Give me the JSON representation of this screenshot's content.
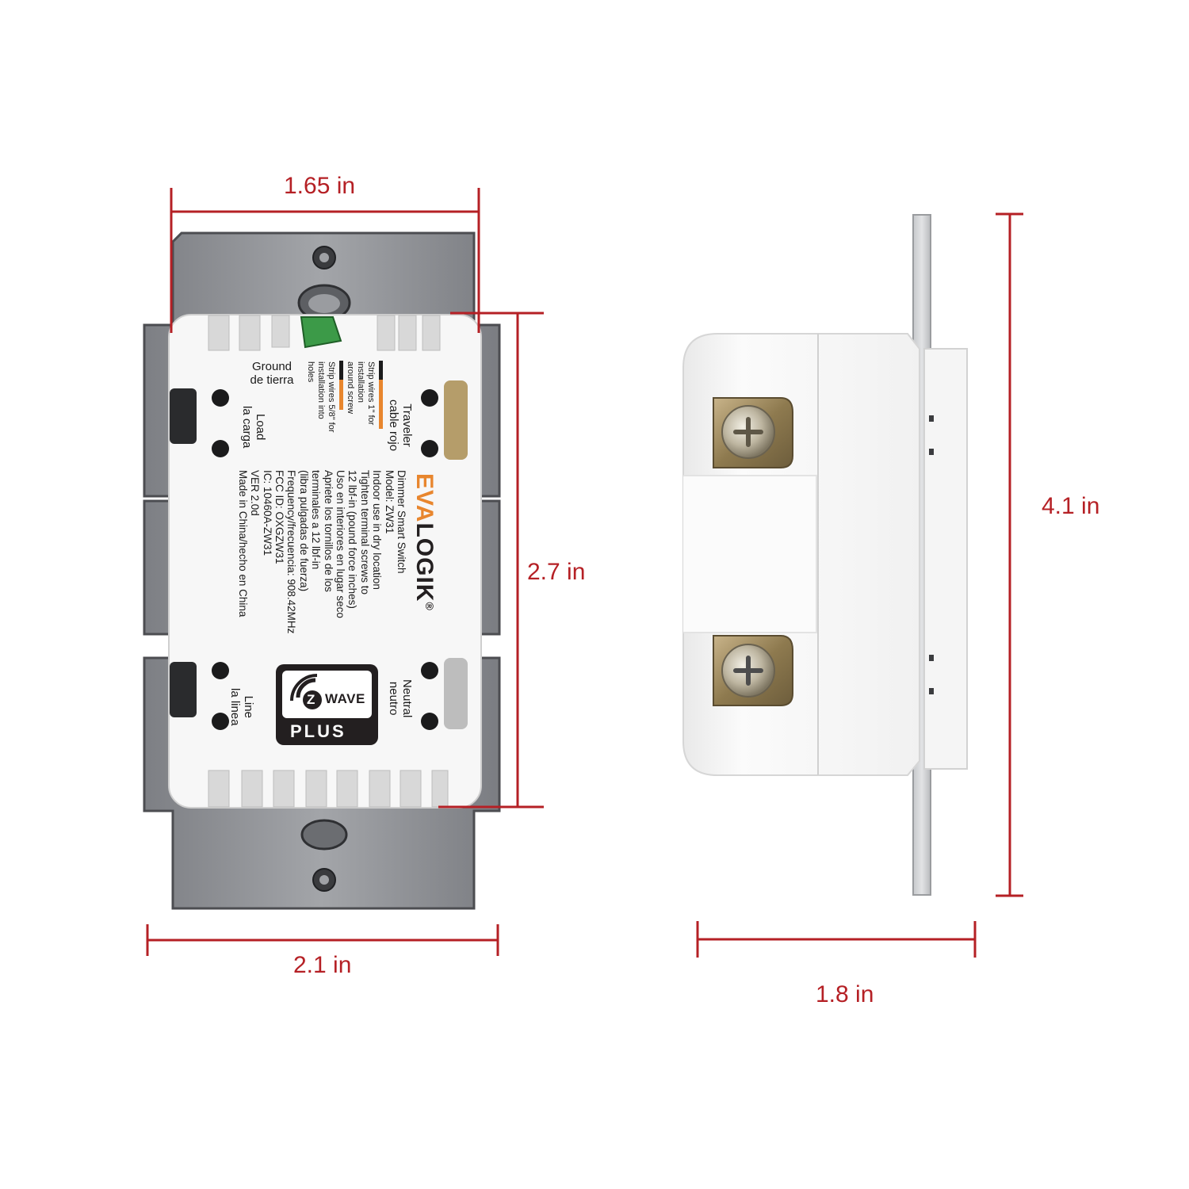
{
  "dimensions": {
    "front_top": "1.65 in",
    "front_height": "2.7 in",
    "front_bottom": "2.1 in",
    "side_height": "4.1 in",
    "side_width": "1.8 in"
  },
  "terminals": {
    "ground": [
      "Ground",
      "de tierra"
    ],
    "traveler": [
      "Traveler",
      "cable rojo"
    ],
    "load": [
      "Load",
      "la carga"
    ],
    "neutral": [
      "Neutral",
      "neutro"
    ],
    "line": [
      "Line",
      "la linea"
    ]
  },
  "strip_notes": {
    "one_inch": [
      "Strip wires 1\" for",
      "installation",
      "around screw"
    ],
    "five_eighths": [
      "Strip wires 5/8\" for",
      "installation into",
      "holes"
    ]
  },
  "brand": {
    "name_part1": "EVA",
    "name_part2": "LOGIK",
    "registered": "®"
  },
  "spec_lines": [
    "Dimmer Smart Switch",
    "Model: ZW31",
    "Indoor use in dry location",
    "Tighten terminal screws to",
    "12 lbf-in (pound force inches)",
    "Uso en interiores en lugar seco",
    "Apriete los tornillos de los",
    "terminales a 12 lbf-in",
    "(libra pulgadas de fuerza)",
    "Frequency/frecuencia: 908.42MHz",
    "FCC ID: OXGZW31",
    "IC: 10460A-ZW31",
    "VER 2.0d",
    "Made in China/hecho en China"
  ],
  "zwave_badge": {
    "z": "Z",
    "wave": "WAVE",
    "plus": "PLUS"
  },
  "colors": {
    "dimension_line": "#b52025",
    "brand_orange": "#e8862e",
    "plate_gray": "#8e9095",
    "housing_white": "#f6f6f6"
  }
}
